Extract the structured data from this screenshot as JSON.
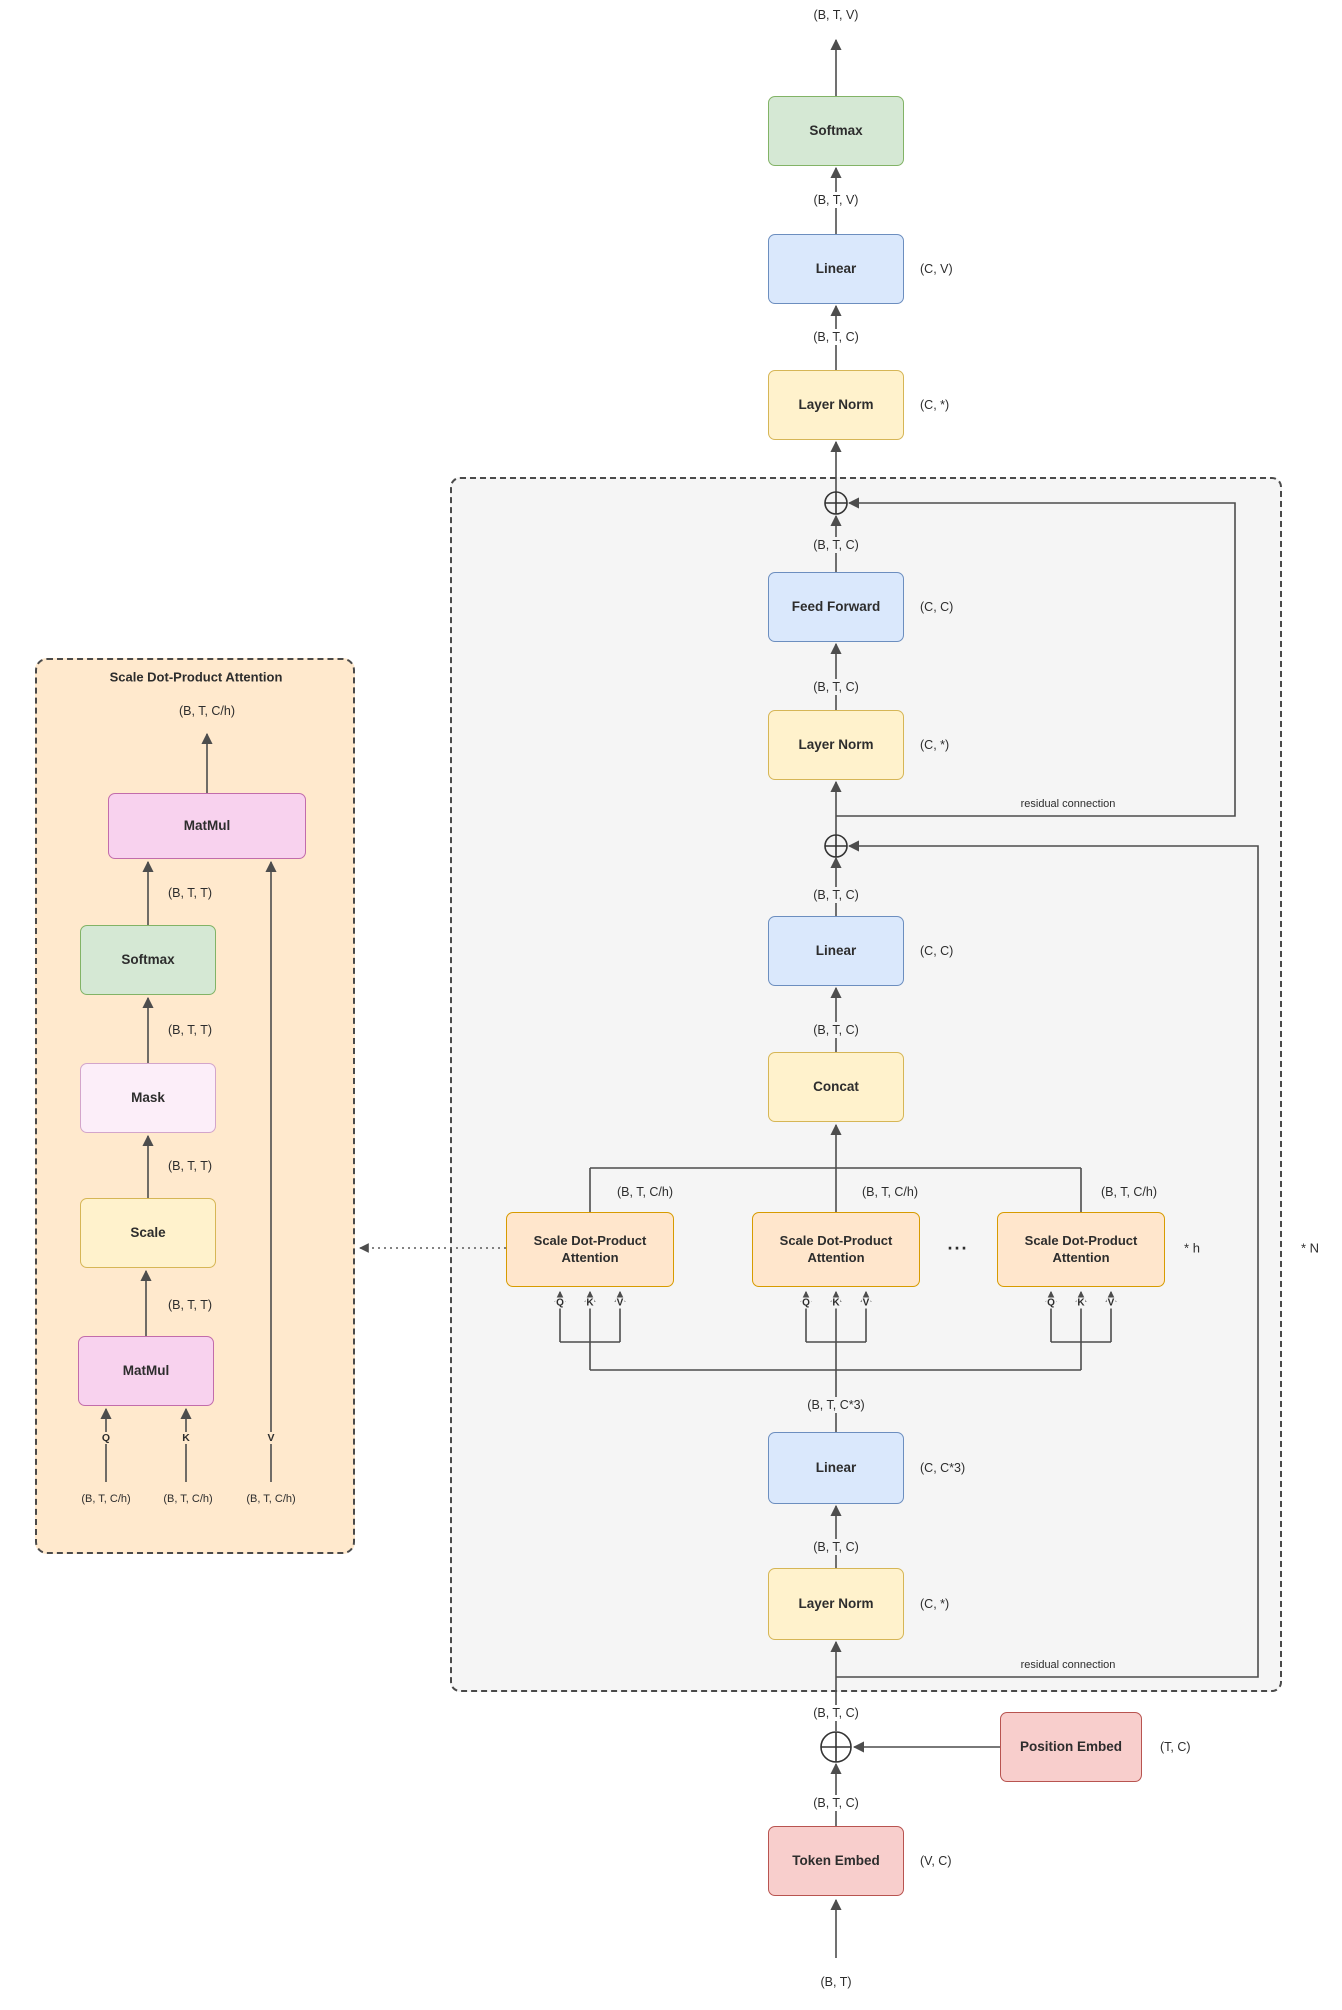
{
  "nodes": {
    "softmax": "Softmax",
    "linear": "Linear",
    "layer_norm": "Layer Norm",
    "feed_forward": "Feed Forward",
    "concat": "Concat",
    "attention": "Scale Dot-Product Attention",
    "token_embed": "Token Embed",
    "position_embed": "Position Embed",
    "matmul": "MatMul",
    "scale": "Scale",
    "mask": "Mask"
  },
  "dims": {
    "btv": "(B, T, V)",
    "btc": "(B, T, C)",
    "btc3": "(B, T, C*3)",
    "btch": "(B, T, C/h)",
    "btt": "(B, T, T)",
    "bt": "(B, T)",
    "cv": "(C, V)",
    "cc": "(C, C)",
    "cc3": "(C, C*3)",
    "cstar": "(C, *)",
    "tc": "(T, C)",
    "vc": "(V, C)"
  },
  "annotations": {
    "residual": "residual connection",
    "ellipsis": "...",
    "times_h": "* h",
    "times_n": "* N",
    "q": "Q",
    "k": "K",
    "v": "V"
  },
  "detail": {
    "title": "Scale Dot-Product Attention"
  },
  "colors": {
    "softmax_fill": "#d5e8d4",
    "softmax_stroke": "#82b366",
    "linear_fill": "#dae8fc",
    "linear_stroke": "#6c8ebf",
    "norm_fill": "#fff2cc",
    "norm_stroke": "#d6b656",
    "attention_fill": "#ffe6cc",
    "attention_stroke": "#d79b00",
    "embed_fill": "#f8cecc",
    "embed_stroke": "#b85450",
    "matmul_fill": "#f8d2ee",
    "matmul_stroke": "#c26cab",
    "mask_fill": "#fceef9",
    "mask_stroke": "#d3a5cb",
    "wire": "#4d4d4d"
  }
}
